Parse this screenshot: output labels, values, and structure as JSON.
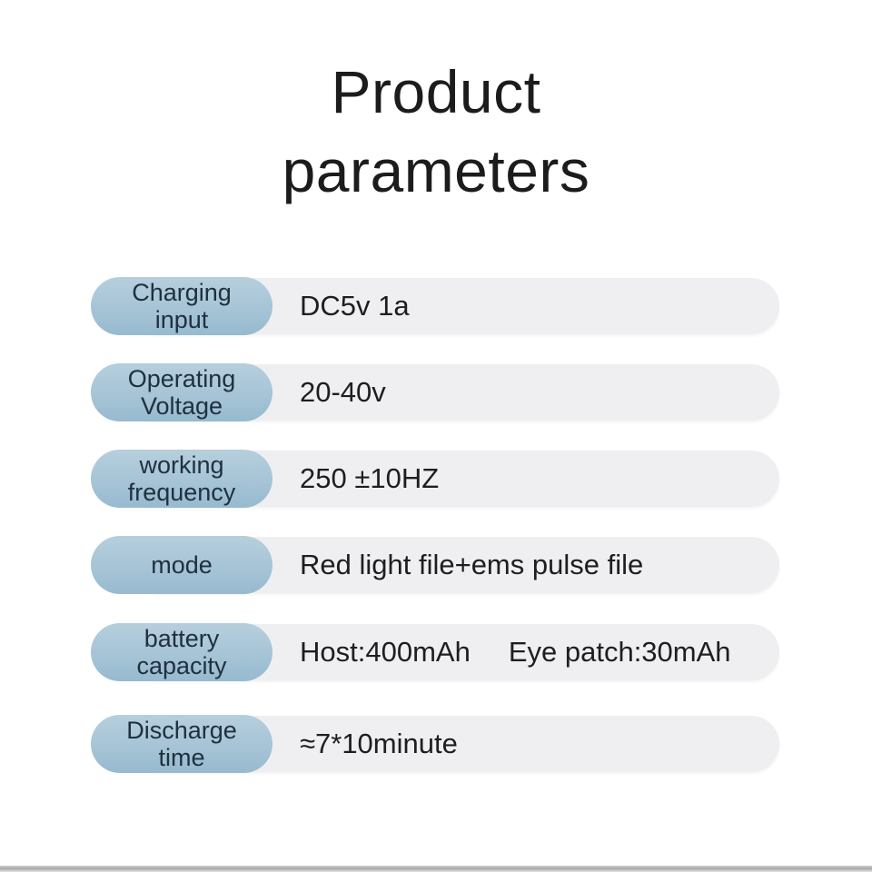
{
  "page": {
    "title_line1": "Product",
    "title_line2": "parameters"
  },
  "colors": {
    "background": "#ffffff",
    "title_text": "#1c1c1c",
    "label_pill": "#a6c4d6",
    "label_text": "#20303f",
    "row_pill": "#efeff1",
    "value_text": "#1e1e20",
    "bottom_bar": "#a8a8a8"
  },
  "rows": [
    {
      "label_line1": "Charging",
      "label_line2": "input",
      "value": "DC5v 1a",
      "value2": ""
    },
    {
      "label_line1": "Operating",
      "label_line2": "Voltage",
      "value": "20-40v",
      "value2": ""
    },
    {
      "label_line1": "working",
      "label_line2": "frequency",
      "value": "250 ±10HZ",
      "value2": ""
    },
    {
      "label_line1": "mode",
      "label_line2": "",
      "value": "Red light file+ems pulse file",
      "value2": ""
    },
    {
      "label_line1": "battery",
      "label_line2": "capacity",
      "value": "Host:400mAh",
      "value2": "Eye patch:30mAh"
    },
    {
      "label_line1": "Discharge",
      "label_line2": "time",
      "value": "≈7*10minute",
      "value2": ""
    }
  ]
}
